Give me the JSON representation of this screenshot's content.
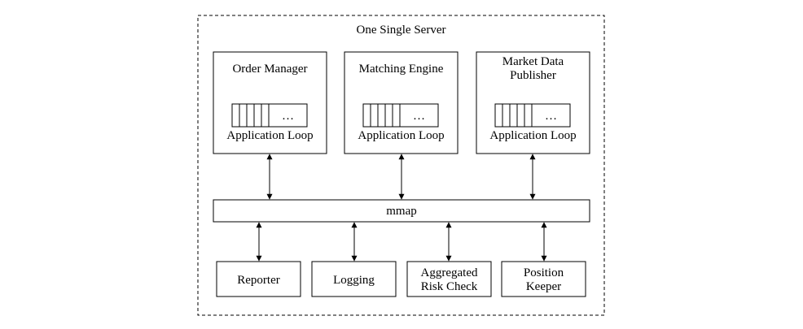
{
  "server": {
    "title": "One Single Server"
  },
  "components": [
    {
      "name": "Order Manager",
      "loop_label": "Application Loop",
      "queue_ellipsis": "…"
    },
    {
      "name": "Matching Engine",
      "loop_label": "Application Loop",
      "queue_ellipsis": "…"
    },
    {
      "name": "Market Data Publisher",
      "loop_label": "Application Loop",
      "queue_ellipsis": "…"
    }
  ],
  "bus": {
    "label": "mmap"
  },
  "consumers": [
    {
      "label": "Reporter"
    },
    {
      "label": "Logging"
    },
    {
      "label": "Aggregated Risk Check"
    },
    {
      "label": "Position Keeper"
    }
  ]
}
